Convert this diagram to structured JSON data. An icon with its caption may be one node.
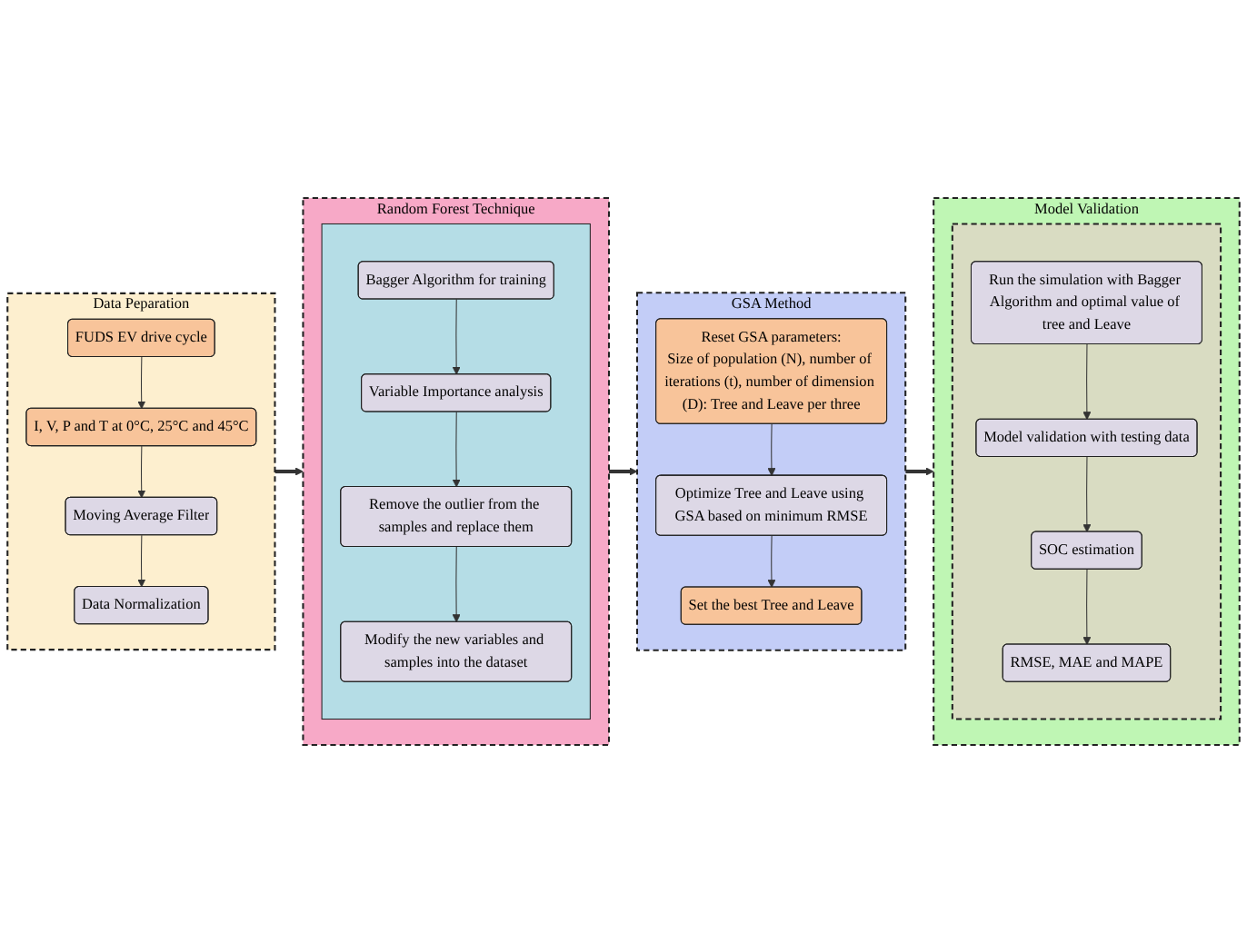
{
  "diagram": {
    "nodes": [
      {
        "text": [
          "Data Peparation"
        ]
      },
      {
        "text": [
          "FUDS EV drive cycle"
        ],
        "in": 0
      },
      {
        "text": [
          "I, V, P and T at 0°C, 25°C and 45°C"
        ],
        "in": 0
      },
      {
        "text": [
          "Moving Average Filter"
        ],
        "in": 0
      },
      {
        "text": [
          "Data Normalization"
        ],
        "in": 0
      },
      {
        "text": [
          "Random Forest Technique"
        ]
      },
      {
        "text": [],
        "shape": "box",
        "in": 5
      },
      {
        "text": [
          "Bagger Algorithm for training"
        ],
        "in": 6
      },
      {
        "text": [
          "Variable Importance analysis"
        ],
        "in": 6
      },
      {
        "text": [
          "Remove the outlier from the samples and replace them"
        ],
        "in": 6
      },
      {
        "text": [
          "Modify the new variables and samples into the dataset"
        ],
        "in": 6
      },
      {
        "text": [
          "GSA Method"
        ]
      },
      {
        "text": [
          "Reset GSA parameters:",
          "Size of population (N), number of iterations (t), number of dimension (D): Tree and Leave per three"
        ],
        "in": 11
      },
      {
        "text": [
          "Optimize Tree and Leave using GSA based on minimum RMSE"
        ],
        "in": 11
      },
      {
        "text": [
          "Set the best Tree and Leave"
        ],
        "in": 11
      },
      {
        "text": [
          "Model Validation"
        ]
      },
      {
        "text": [],
        "shape": "box",
        "in": 15
      },
      {
        "text": [
          "Run the simulation with Bagger Algorithm and optimal value of tree and Leave"
        ],
        "in": 16
      },
      {
        "text": [
          "Model validation with testing data"
        ],
        "in": 16
      },
      {
        "text": [
          "SOC estimation"
        ],
        "in": 16
      },
      {
        "text": [
          "RMSE, MAE and MAPE"
        ],
        "in": 16
      }
    ],
    "edges": [
      {
        "from": 1,
        "to": 2,
        "arrow": "to"
      },
      {
        "from": 2,
        "to": 3,
        "arrow": "to"
      },
      {
        "from": 3,
        "to": 4,
        "arrow": "to"
      },
      {
        "from": 0,
        "to": 5,
        "arrow": "to",
        "style": "thick"
      },
      {
        "from": 7,
        "to": 8,
        "arrow": "to"
      },
      {
        "from": 8,
        "to": 9,
        "arrow": "to"
      },
      {
        "from": 9,
        "to": 10,
        "arrow": "to"
      },
      {
        "from": 5,
        "to": 11,
        "arrow": "to",
        "style": "thick"
      },
      {
        "from": 12,
        "to": 13,
        "arrow": "to"
      },
      {
        "from": 13,
        "to": 14,
        "arrow": "to"
      },
      {
        "from": 11,
        "to": 15,
        "arrow": "to",
        "style": "thick"
      },
      {
        "from": 17,
        "to": 18,
        "arrow": "to"
      },
      {
        "from": 18,
        "to": 19,
        "arrow": "to"
      },
      {
        "from": 19,
        "to": 20,
        "arrow": "to"
      }
    ]
  }
}
